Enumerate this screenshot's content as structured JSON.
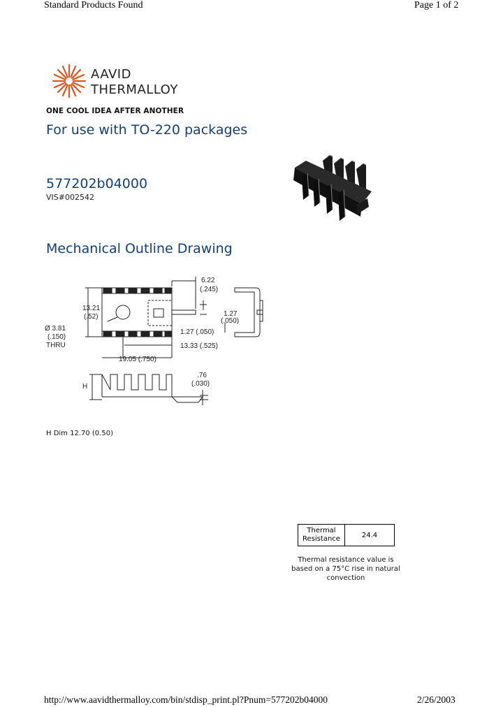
{
  "header": {
    "left": "Standard Products Found",
    "right": "Page 1 of 2"
  },
  "logo": {
    "line1": "AAVID",
    "line2": "THERMALLOY",
    "tagline": "ONE COOL IDEA AFTER ANOTHER",
    "brand_color": "#e0531e"
  },
  "product": {
    "use_text": "For use with TO-220 packages",
    "part_number": "577202b04000",
    "vis_number": "VIS#002542"
  },
  "drawing": {
    "title": "Mechanical Outline Drawing",
    "dims": {
      "d1_mm": "6.22",
      "d1_in": "(.245)",
      "d2_mm": "13.21",
      "d2_in": "(.52)",
      "d3_mm": "1.27",
      "d3_in": "(.050)",
      "d4_mm": "Ø 3.81",
      "d4_in": "(.150)",
      "d4_note": "THRU",
      "d5": "1.27 (.050)",
      "d6": "13.33 (.525)",
      "d7": "19.05 (.750)",
      "d8_mm": ".76",
      "d8_in": "(.030)",
      "h_label": "H"
    },
    "h_dim": "H Dim 12.70 (0.50)"
  },
  "thermal": {
    "label_line1": "Thermal",
    "label_line2": "Resistance",
    "value": "24.4",
    "note_line1": "Thermal resistance value is",
    "note_line2": "based on a 75°C rise in natural",
    "note_line3": "convection"
  },
  "footer": {
    "url": "http://www.aavidthermalloy.com/bin/stdisp_print.pl?Pnum=577202b04000",
    "date": "2/26/2003"
  },
  "colors": {
    "heading_blue": "#123f7a",
    "logo_orange": "#e0531e"
  }
}
